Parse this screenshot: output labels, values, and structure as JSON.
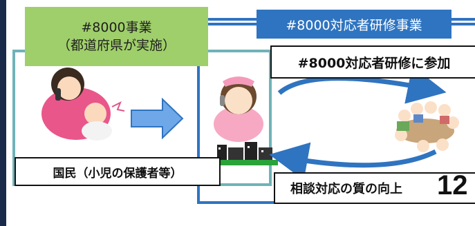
{
  "program": {
    "title_line1": "#8000事業",
    "title_line2": "（都道府県が実施）"
  },
  "training_program": {
    "title": "#8000対応者研修事業"
  },
  "training_participation": "#8000対応者研修に参加",
  "citizen": "国民（小児の保護者等）",
  "quality_improvement": "相談対応の質の向上",
  "page_number": "12",
  "colors": {
    "green_label": "#9fcf6a",
    "blue_accent": "#2f74c0",
    "teal_frame": "#6fb3b8",
    "arrow_fill": "#6fa8e8"
  }
}
